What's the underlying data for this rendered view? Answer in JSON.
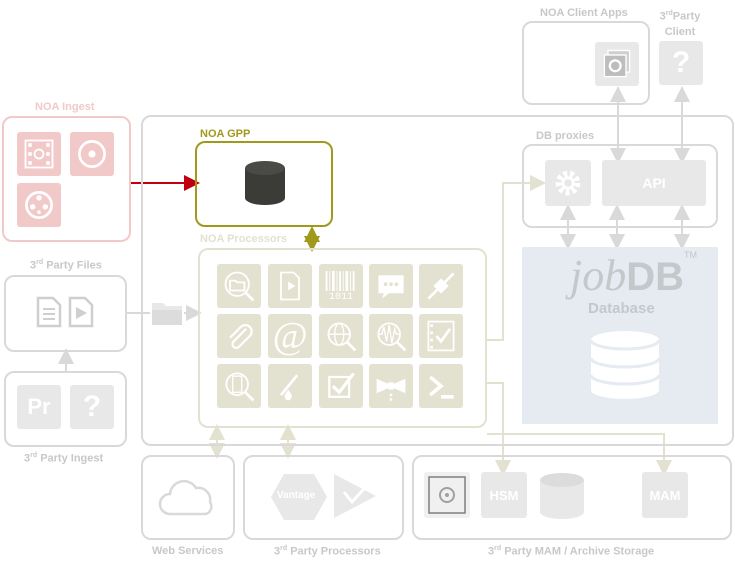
{
  "labels": {
    "noa_client_apps": "NOA Client Apps",
    "third_party_client_sup": "rd",
    "third_party_client_a": "3",
    "third_party_client_b": "Party",
    "third_party_client_c": "Client",
    "noa_ingest": "NOA Ingest",
    "noa_gpp": "NOA GPP",
    "db_proxies": "DB proxies",
    "api": "API",
    "noa_processors": "NOA Processors",
    "third_party_files": "Party Files",
    "job": "job",
    "db": "DB",
    "tm": "TM",
    "database": "Database",
    "third_party_ingest": "Party Ingest",
    "pr": "Pr",
    "question": "?",
    "at": "@",
    "barcode_num": "1011",
    "web_services": "Web Services",
    "third_party_processors": "Party Processors",
    "vantage": "Vantage",
    "third_party_mam": "Party MAM / Archive Storage",
    "hsm": "HSM",
    "mam": "MAM",
    "three": "3",
    "rd": "rd"
  },
  "colors": {
    "ingest_border": "#f2c9c9",
    "gpp_border": "#a09a1c",
    "gpp_label": "#a09a1c",
    "red_arrow": "#c0000e",
    "olive_arrow": "#a09a1c",
    "processor_tile": "#e3e1cf",
    "grey_border": "#d9d9d9",
    "jobdb_bg": "#e5ebf0"
  },
  "icons": [
    "film-icon",
    "disc-icon",
    "reel-icon",
    "database-icon",
    "gear-icon",
    "document-icon",
    "video-icon",
    "folder-icon",
    "cloud-icon",
    "drive-icon"
  ]
}
